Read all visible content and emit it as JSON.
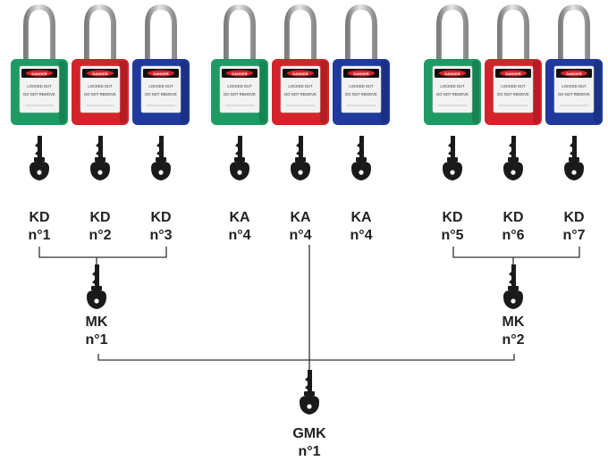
{
  "padlocks": [
    {
      "color": "#1e9a63",
      "tag_text": "DANGER",
      "body_text": "LOCKED OUT · DO NOT REMOVE"
    },
    {
      "color": "#d3242b",
      "tag_text": "DANGER",
      "body_text": "LOCKED OUT · DO NOT REMOVE"
    },
    {
      "color": "#1f3a9c",
      "tag_text": "DANGER",
      "body_text": "LOCKED OUT · DO NOT REMOVE"
    },
    {
      "color": "#1e9a63",
      "tag_text": "DANGER",
      "body_text": "LOCKED OUT · DO NOT REMOVE"
    },
    {
      "color": "#d3242b",
      "tag_text": "DANGER",
      "body_text": "LOCKED OUT · DO NOT REMOVE"
    },
    {
      "color": "#1f3a9c",
      "tag_text": "DANGER",
      "body_text": "LOCKED OUT · DO NOT REMOVE"
    },
    {
      "color": "#1e9a63",
      "tag_text": "DANGER",
      "body_text": "LOCKED OUT · DO NOT REMOVE"
    },
    {
      "color": "#d3242b",
      "tag_text": "DANGER",
      "body_text": "LOCKED OUT · DO NOT REMOVE"
    },
    {
      "color": "#1f3a9c",
      "tag_text": "DANGER",
      "body_text": "LOCKED OUT · DO NOT REMOVE"
    }
  ],
  "keys": [
    {
      "type": "KD",
      "number": "n°1"
    },
    {
      "type": "KD",
      "number": "n°2"
    },
    {
      "type": "KD",
      "number": "n°3"
    },
    {
      "type": "KA",
      "number": "n°4"
    },
    {
      "type": "KA",
      "number": "n°4"
    },
    {
      "type": "KA",
      "number": "n°4"
    },
    {
      "type": "KD",
      "number": "n°5"
    },
    {
      "type": "KD",
      "number": "n°6"
    },
    {
      "type": "KD",
      "number": "n°7"
    }
  ],
  "master_keys": [
    {
      "type": "MK",
      "number": "n°1"
    },
    {
      "type": "MK",
      "number": "n°2"
    }
  ],
  "grand_master_key": {
    "type": "GMK",
    "number": "n°1"
  },
  "colors": {
    "green": "#1e9a63",
    "red": "#d3242b",
    "blue": "#1f3a9c",
    "line": "#333333",
    "key": "#1a1a1a"
  }
}
